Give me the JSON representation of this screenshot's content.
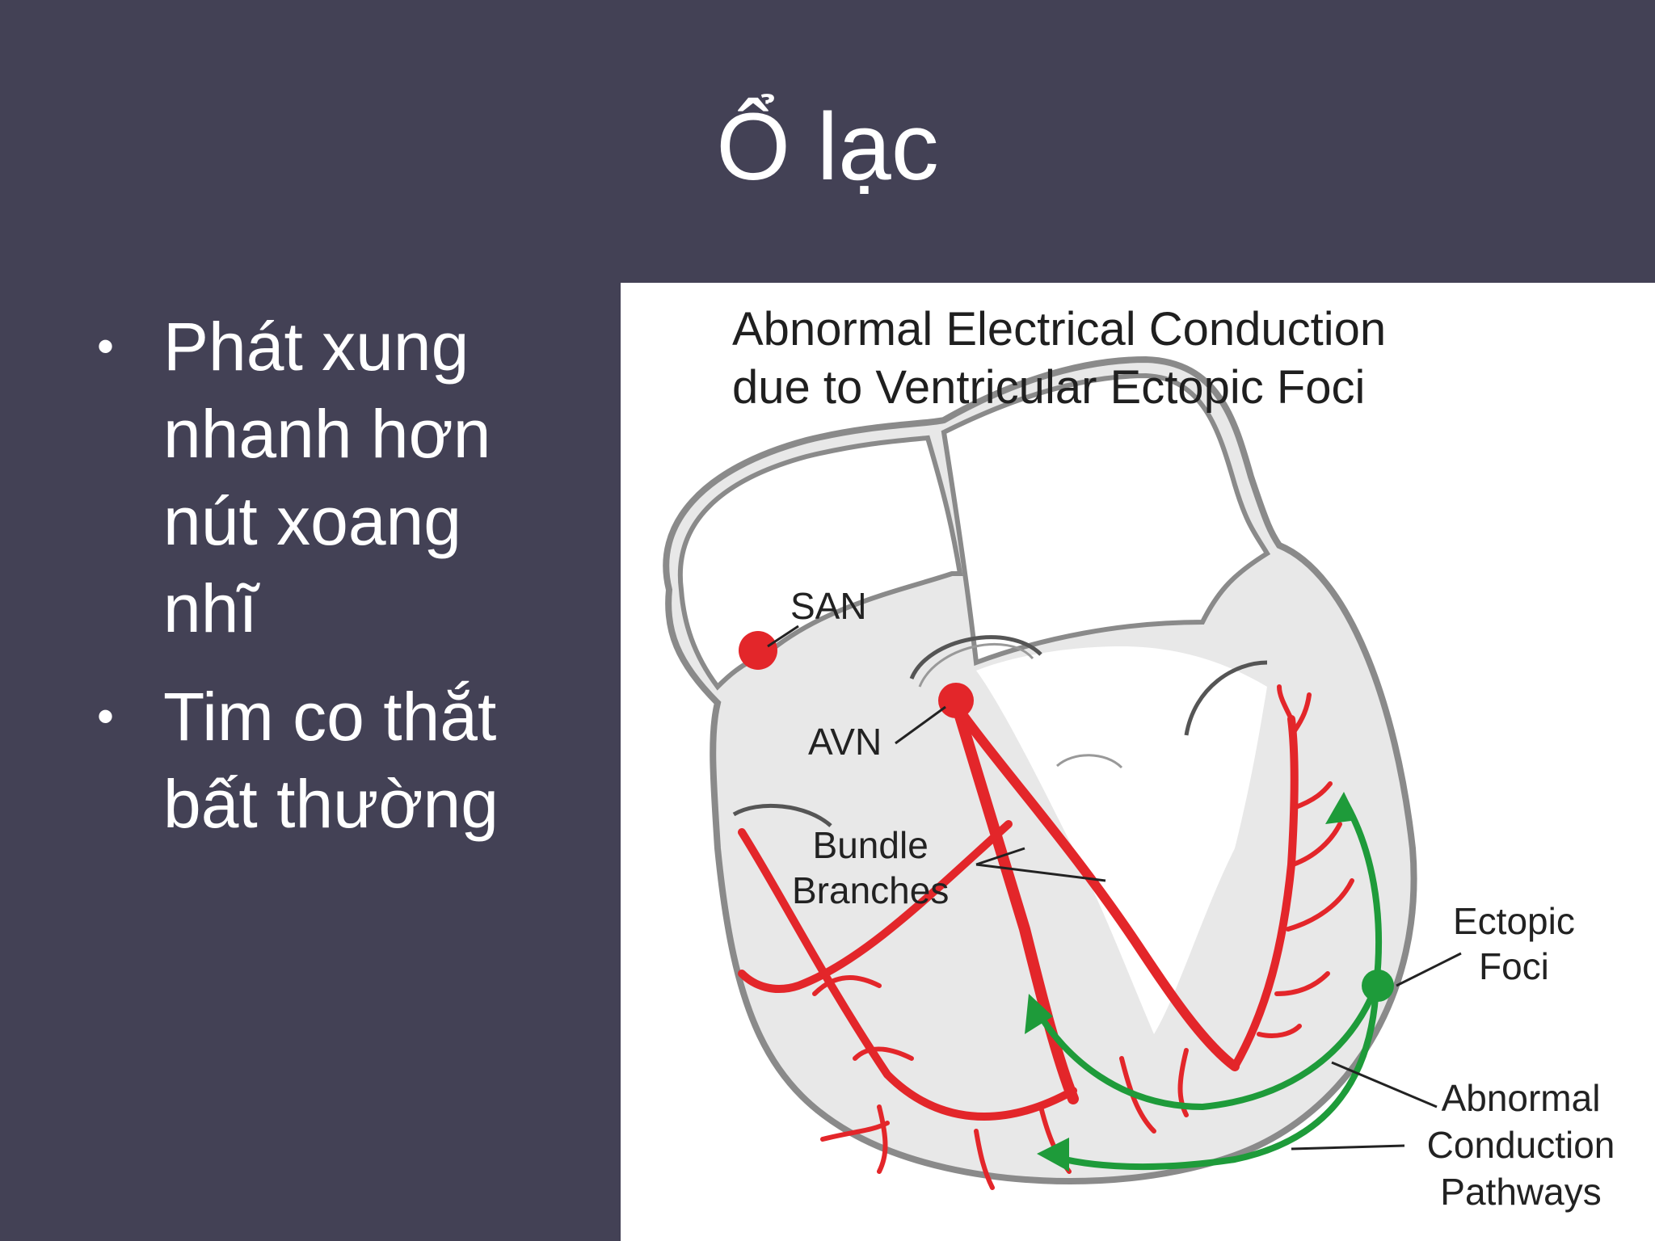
{
  "slide": {
    "title": "Ổ lạc",
    "bullets": [
      {
        "lines": [
          "Phát xung",
          "nhanh hơn",
          "nút xoang",
          "nhĩ"
        ]
      },
      {
        "lines": [
          "Tim co thắt",
          "bất thường"
        ]
      }
    ]
  },
  "figure": {
    "title_lines": [
      "Abnormal Electrical Conduction",
      "due to Ventricular Ectopic Foci"
    ],
    "labels": {
      "san": "SAN",
      "avn": "AVN",
      "bundle_lines": [
        "Bundle",
        "Branches"
      ],
      "ectopic_lines": [
        "Ectopic",
        "Foci"
      ],
      "abnormal_lines": [
        "Abnormal",
        "Conduction",
        "Pathways"
      ]
    },
    "colors": {
      "conduction": "#e3262a",
      "ectopic": "#1e9b3a",
      "tissue": "#dcdcdc",
      "outline": "#7a7a7a"
    }
  }
}
